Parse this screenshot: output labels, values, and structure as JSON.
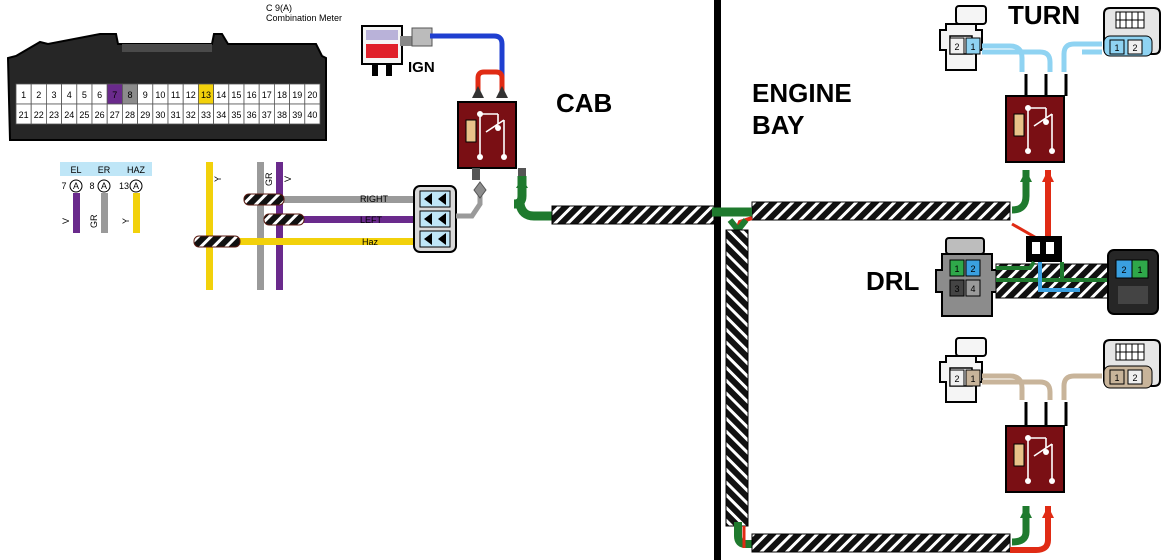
{
  "connector": {
    "code": "C 9(A)",
    "name": "Combination Meter",
    "pins_top": [
      "1",
      "2",
      "3",
      "4",
      "5",
      "6",
      "7",
      "8",
      "9",
      "10",
      "11",
      "12",
      "13",
      "14",
      "15",
      "16",
      "17",
      "18",
      "19",
      "20"
    ],
    "pins_bottom": [
      "21",
      "22",
      "23",
      "24",
      "25",
      "26",
      "27",
      "28",
      "29",
      "30",
      "31",
      "32",
      "33",
      "34",
      "35",
      "36",
      "37",
      "38",
      "39",
      "40"
    ],
    "highlight": {
      "7": "#6a2a8c",
      "8": "#8c8c8c",
      "13": "#f2d10b"
    }
  },
  "meter_terminals": [
    {
      "name": "EL",
      "pin": "7",
      "marker": "A",
      "color": "V",
      "hex": "#6a2a8c"
    },
    {
      "name": "ER",
      "pin": "8",
      "marker": "A",
      "color": "GR",
      "hex": "#9a9a9a"
    },
    {
      "name": "HAZ",
      "pin": "13",
      "marker": "A",
      "color": "Y",
      "hex": "#f2d10b"
    }
  ],
  "bus_wires": [
    {
      "color": "Y",
      "hex": "#f2d10b"
    },
    {
      "color": "GR",
      "hex": "#9a9a9a"
    },
    {
      "color": "V",
      "hex": "#6a2a8c"
    }
  ],
  "switch_wires": [
    {
      "label": "RIGHT",
      "hex": "#9a9a9a"
    },
    {
      "label": "LEFT",
      "hex": "#6a2a8c"
    },
    {
      "label": "Haz",
      "hex": "#f2d10b"
    }
  ],
  "labels": {
    "ign": "IGN",
    "cab": "CAB",
    "engine_bay_1": "ENGINE",
    "engine_bay_2": "BAY",
    "turn": "TURN",
    "drl": "DRL"
  },
  "turn_pins": {
    "left": [
      "2",
      "1"
    ],
    "right": [
      "1",
      "2"
    ]
  },
  "drl_pins": {
    "left": [
      "1",
      "2",
      "3",
      "4"
    ],
    "right": [
      "2",
      "1"
    ]
  },
  "lower_pins": {
    "left": [
      "2",
      "1"
    ],
    "right": [
      "1",
      "2"
    ]
  },
  "colors": {
    "relay": "#7a0f14",
    "harness": "#111111",
    "green": "#1f7a2e",
    "red": "#e02b14",
    "blue": "#1f3fd0",
    "light_blue": "#8fd3f2",
    "tan": "#c8b49a",
    "grey": "#8c8c8c",
    "violet": "#6a2a8c",
    "yellow": "#f2d10b"
  }
}
